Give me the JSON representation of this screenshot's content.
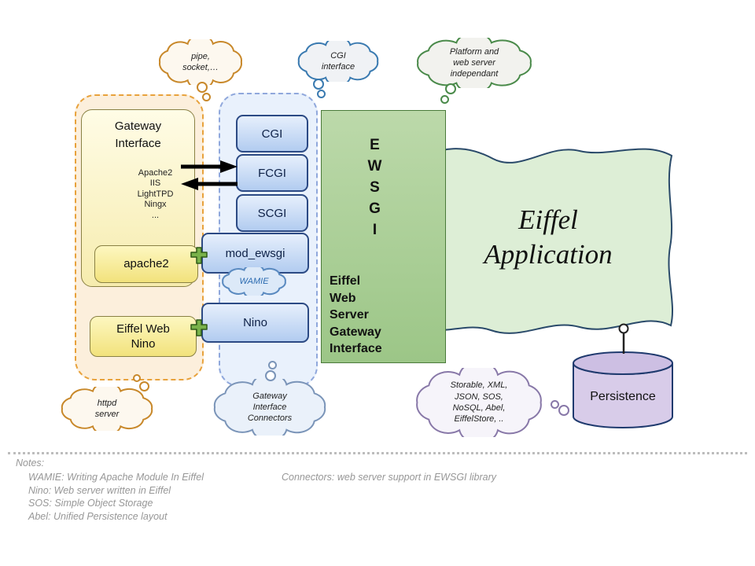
{
  "clouds": {
    "pipe_socket": {
      "lines": [
        "pipe,",
        "socket,…"
      ],
      "border": "#c8882a"
    },
    "cgi_interface": {
      "lines": [
        "CGI",
        "interface"
      ],
      "border": "#3a7ab0"
    },
    "platform": {
      "lines": [
        "Platform and",
        "web server",
        "independant"
      ],
      "border": "#4a8a4a"
    },
    "httpd": {
      "lines": [
        "httpd",
        "server"
      ],
      "border": "#c8882a"
    },
    "gateway_connectors": {
      "lines": [
        "Gateway",
        "Interface",
        "Connectors"
      ],
      "border": "#7a94b8"
    },
    "storable": {
      "lines": [
        "Storable, XML,",
        "JSON, SOS,",
        "NoSQL, Abel,",
        "EiffelStore, .."
      ],
      "border": "#8878a8"
    },
    "wamie": {
      "lines": [
        "WAMIE"
      ],
      "border": "#5a8ac0",
      "text_color": "#2a6ab0"
    }
  },
  "gateway_box": {
    "title": [
      "Gateway",
      "Interface"
    ],
    "servers": [
      "Apache2",
      "IIS",
      "LightTPD",
      "Ningx",
      "..."
    ]
  },
  "yellow_boxes": {
    "apache2": "apache2",
    "eiffel_web_nino": [
      "Eiffel Web",
      "Nino"
    ]
  },
  "connectors": {
    "items": [
      "CGI",
      "FCGI",
      "SCGI",
      "mod_ewsgi",
      "Nino"
    ]
  },
  "ewsgi": {
    "letters": [
      "E",
      "W",
      "S",
      "G",
      "I"
    ],
    "label": [
      "Eiffel",
      "Web",
      "Server",
      "Gateway",
      "Interface"
    ]
  },
  "application": {
    "label": [
      "Eiffel",
      "Application"
    ]
  },
  "persistence": {
    "label": "Persistence"
  },
  "notes": {
    "heading": "Notes:",
    "left": [
      "WAMIE: Writing Apache Module In Eiffel",
      "Nino: Web server written in Eiffel",
      "SOS: Simple Object Storage",
      "Abel: Unified Persistence layout"
    ],
    "right": "Connectors: web server support in EWSGI library"
  },
  "colors": {
    "orange_accent": "#e8a23c",
    "blue_box_border": "#2c4a84",
    "blue_box_fill": "#b2ccf0",
    "green_rect": "#9cc687",
    "flag_fill": "#ddeed6",
    "yellow_fill": "#f2e27c",
    "purple_fill": "#d6c9e8",
    "puzzle_green": "#79b24a"
  }
}
